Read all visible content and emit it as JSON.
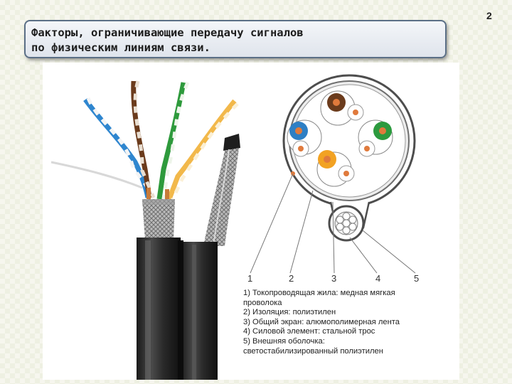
{
  "slide": {
    "title_line1": "Факторы, ограничивающие передачу сигналов",
    "title_line2": "по физическим линиям связи.",
    "number": "2"
  },
  "diagram": {
    "callout_numbers": [
      "1",
      "2",
      "3",
      "4",
      "5"
    ],
    "legend": [
      "1) Токопроводящая жила: медная мягкая",
      "проволока",
      "2) Изоляция: полиэтилен",
      "3) Общий экран: алюмополимерная лента",
      "4) Силовой элемент: стальной трос",
      "5) Внешняя оболочка:",
      "светостабилизированный полиэтилен"
    ],
    "pair_colors": {
      "brown": "#6b3b1c",
      "blue": "#2e7fc4",
      "green": "#2c9a3e",
      "orange": "#f2a223"
    }
  }
}
